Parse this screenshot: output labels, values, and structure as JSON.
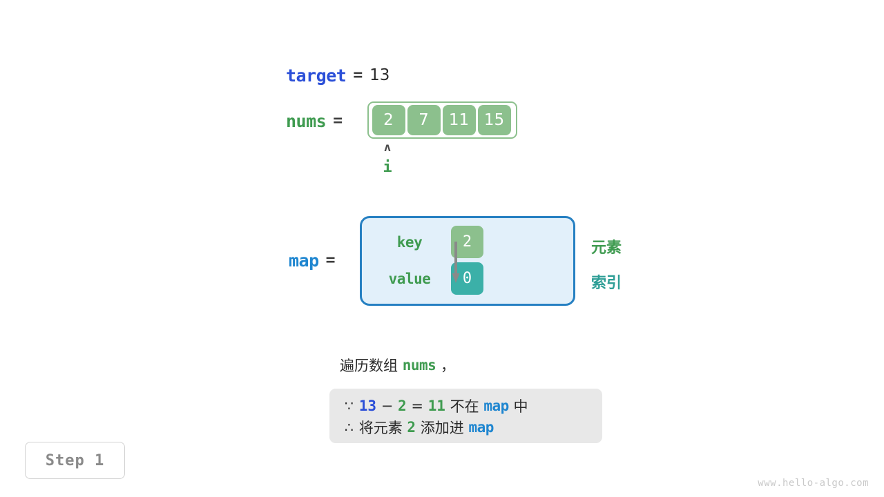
{
  "target": {
    "name": "target",
    "equals": "=",
    "value": "13"
  },
  "nums": {
    "name": "nums",
    "equals": "=",
    "cells": [
      "2",
      "7",
      "11",
      "15"
    ],
    "pointer": {
      "caret": "ʌ",
      "label": "i",
      "index": 0
    }
  },
  "map": {
    "name": "map",
    "equals": "=",
    "key_label": "key",
    "value_label": "value",
    "key_cell": "2",
    "value_cell": "0",
    "side_labels": {
      "element": "元素",
      "index": "索引"
    }
  },
  "narration": {
    "prefix": "遍历数组",
    "code": "nums",
    "suffix": "，"
  },
  "reason": {
    "line1": {
      "symbol": "∵",
      "num_a": "13",
      "minus": "−",
      "num_b": "2",
      "equals": "=",
      "num_c": "11",
      "text_mid": "不在",
      "code": "map",
      "text_end": "中"
    },
    "line2": {
      "symbol": "∴",
      "text_start": "将元素",
      "num": "2",
      "text_mid": "添加进",
      "code": "map"
    }
  },
  "step_badge": "Step 1",
  "watermark": "www.hello-algo.com",
  "colors": {
    "cell_green": "#8cc08d",
    "cell_teal": "#3bb0a8",
    "label_green": "#3f9b50",
    "label_blue_strong": "#2b4fd8",
    "label_blue_cyan": "#1f86d0",
    "map_fill": "#e2f0fa",
    "map_border": "#2680c2",
    "reason_box": "#e8e8e8",
    "arrow_gray": "#8a8a8a"
  }
}
